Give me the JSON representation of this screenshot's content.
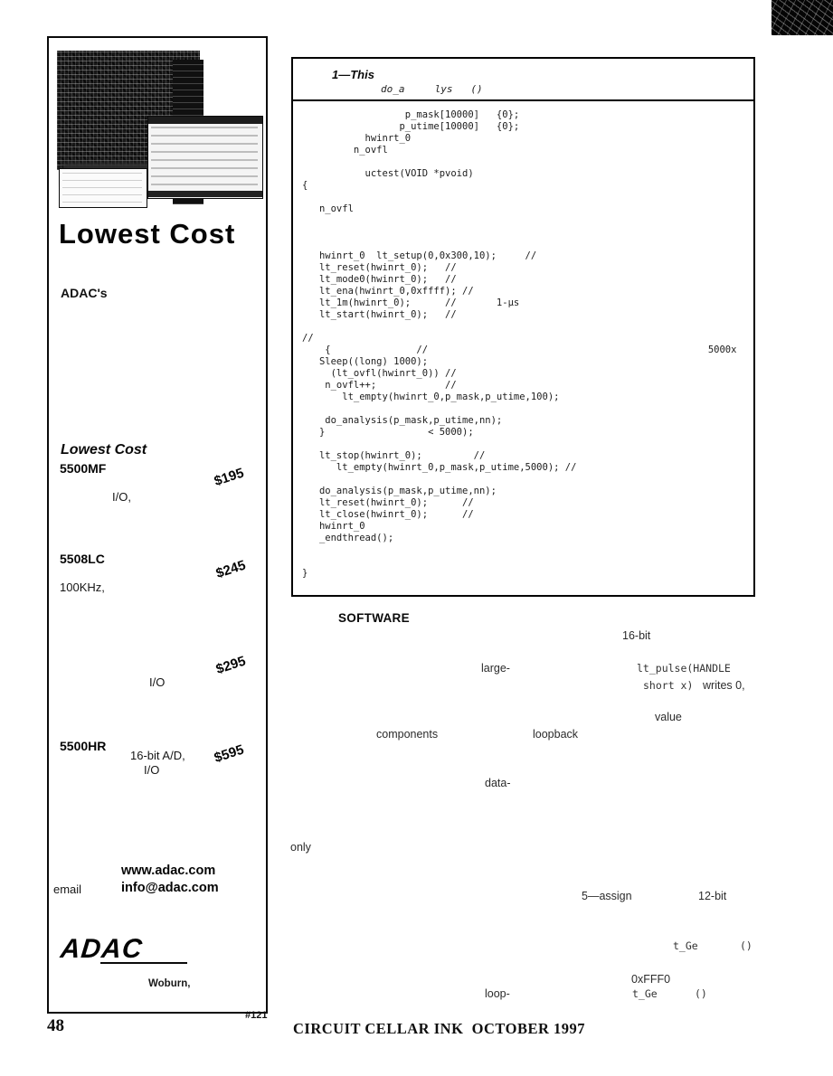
{
  "page": {
    "number": "48",
    "magazine_title": "CIRCUIT CELLAR INK  OCTOBER 1997",
    "ad_index": "#121"
  },
  "ad": {
    "headline": "Lowest Cost",
    "brand_line": "ADAC's",
    "section_heading": "Lowest Cost",
    "products": [
      {
        "model": "5500MF",
        "price": "$195",
        "detail": "I/O,"
      },
      {
        "model": "5508LC",
        "price": "$245",
        "detail": "100KHz,"
      },
      {
        "model": "",
        "price": "$295",
        "detail": "I/O"
      },
      {
        "model": "5500HR",
        "price": "$595",
        "detail": "16-bit A/D,",
        "detail2": "I/O"
      }
    ],
    "website": "www.adac.com",
    "email_label": "email",
    "email": "info@adac.com",
    "logo": "ADAC",
    "city": "Woburn,"
  },
  "listing": {
    "caption_title": "1—This",
    "caption_sub": "do_a     lys   ()",
    "code_lines": [
      "                  p_mask[10000]   {0};",
      "                 p_utime[10000]   {0};",
      "           hwinrt_0",
      "         n_ovfl",
      "",
      "           uctest(VOID *pvoid)",
      "{",
      "",
      "   n_ovfl",
      "",
      "",
      "",
      "   hwinrt_0  lt_setup(0,0x300,10);     //",
      "   lt_reset(hwinrt_0);   //",
      "   lt_mode0(hwinrt_0);   //",
      "   lt_ena(hwinrt_0,0xffff); //",
      "   lt_1m(hwinrt_0);      //       1-µs",
      "   lt_start(hwinrt_0);   //",
      "",
      "//",
      "    {               //                                                 5000x",
      "   Sleep((long) 1000);",
      "     (lt_ovfl(hwinrt_0)) //",
      "    n_ovfl++;            //",
      "       lt_empty(hwinrt_0,p_mask,p_utime,100);",
      "",
      "    do_analysis(p_mask,p_utime,nn);",
      "   }                  < 5000);",
      "",
      "   lt_stop(hwinrt_0);         //",
      "      lt_empty(hwinrt_0,p_mask,p_utime,5000); //",
      "",
      "   do_analysis(p_mask,p_utime,nn);",
      "   lt_reset(hwinrt_0);      //",
      "   lt_close(hwinrt_0);      //",
      "   hwinrt_0",
      "   _endthread();",
      "",
      "",
      "}"
    ]
  },
  "article": {
    "software_heading": "SOFTWARE",
    "fragments": [
      {
        "text": "16-bit"
      },
      {
        "text": "large-"
      },
      {
        "text": "lt_pulse(HANDLE"
      },
      {
        "text": "short x)"
      },
      {
        "text": "writes 0,"
      },
      {
        "text": "value"
      },
      {
        "text": "components"
      },
      {
        "text": "loopback"
      },
      {
        "text": "data-"
      },
      {
        "text": "only"
      },
      {
        "text": "5—assign"
      },
      {
        "text": "12-bit"
      },
      {
        "text": "t_Ge"
      },
      {
        "text": "()"
      },
      {
        "text": "0xFFF0"
      },
      {
        "text": "loop-"
      },
      {
        "text": "t_Ge"
      },
      {
        "text": "()"
      }
    ]
  }
}
